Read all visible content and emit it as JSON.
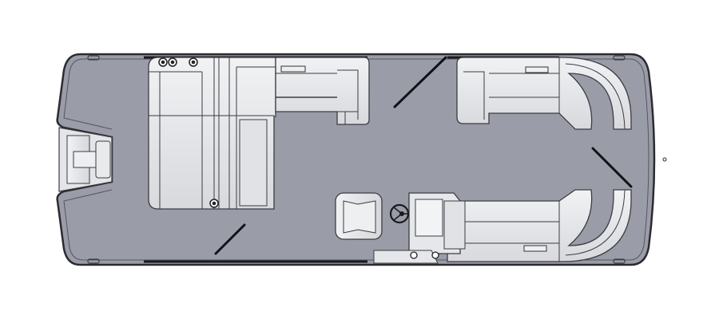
{
  "diagram": {
    "type": "boat-floor-plan",
    "view": "top-down",
    "colors": {
      "background": "#ffffff",
      "deck": "#9a9ca8",
      "hull_outline": "#2b2b30",
      "furniture_fill": "#e4e5e8",
      "furniture_line": "#3c3c42",
      "gate_line": "#111114"
    },
    "components": [
      {
        "id": "stern-swim-platform",
        "label": "Stern swim platform / ladder"
      },
      {
        "id": "rear-lounge",
        "label": "Rear L-shaped lounge with cup holders"
      },
      {
        "id": "port-forward-lounge",
        "label": "Port forward lounge"
      },
      {
        "id": "bow-u-lounge",
        "label": "Bow U-shaped lounge"
      },
      {
        "id": "helm-console",
        "label": "Helm console with steering wheel"
      },
      {
        "id": "captain-chair",
        "label": "Captain's chair"
      },
      {
        "id": "starboard-lounge",
        "label": "Starboard forward lounge"
      },
      {
        "id": "bow-gate",
        "label": "Bow gate"
      },
      {
        "id": "side-gates",
        "label": "Side gates"
      }
    ]
  }
}
